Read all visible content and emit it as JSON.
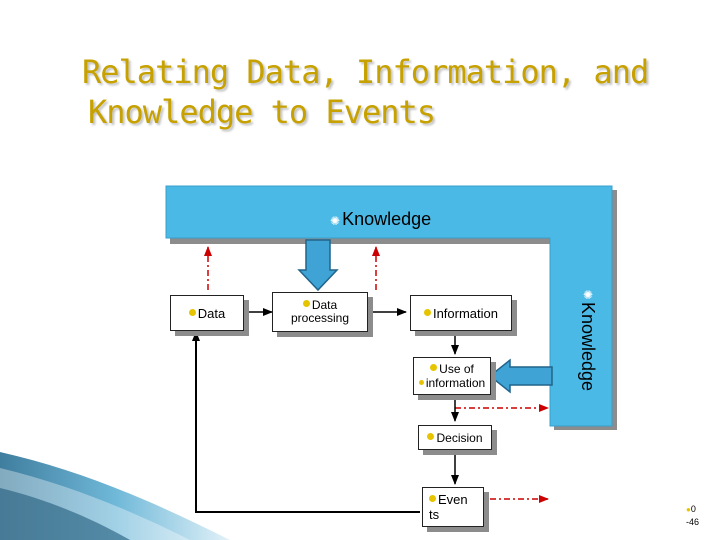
{
  "title": {
    "line1": "Relating Data, Information, and",
    "line2": "Knowledge to Events"
  },
  "diagram": {
    "knowledge_bar_label": "Knowledge",
    "knowledge_side_label": "Knowledge",
    "nodes": {
      "data": "Data",
      "data_processing_line1": "Data",
      "data_processing_line2": "processing",
      "information": "Information",
      "use_of_information_line1": "Use of",
      "use_of_information_line2": "information",
      "decision": "Decision",
      "events_line1": "Even",
      "events_line2": "ts"
    }
  },
  "slide_number": {
    "line1": "0",
    "line2": "-46"
  },
  "colors": {
    "knowledge_blue": "#4ab9e6",
    "title_gold": "#c7a100",
    "arrow_red": "#cc0000",
    "bullet_yellow": "#e6c400"
  }
}
